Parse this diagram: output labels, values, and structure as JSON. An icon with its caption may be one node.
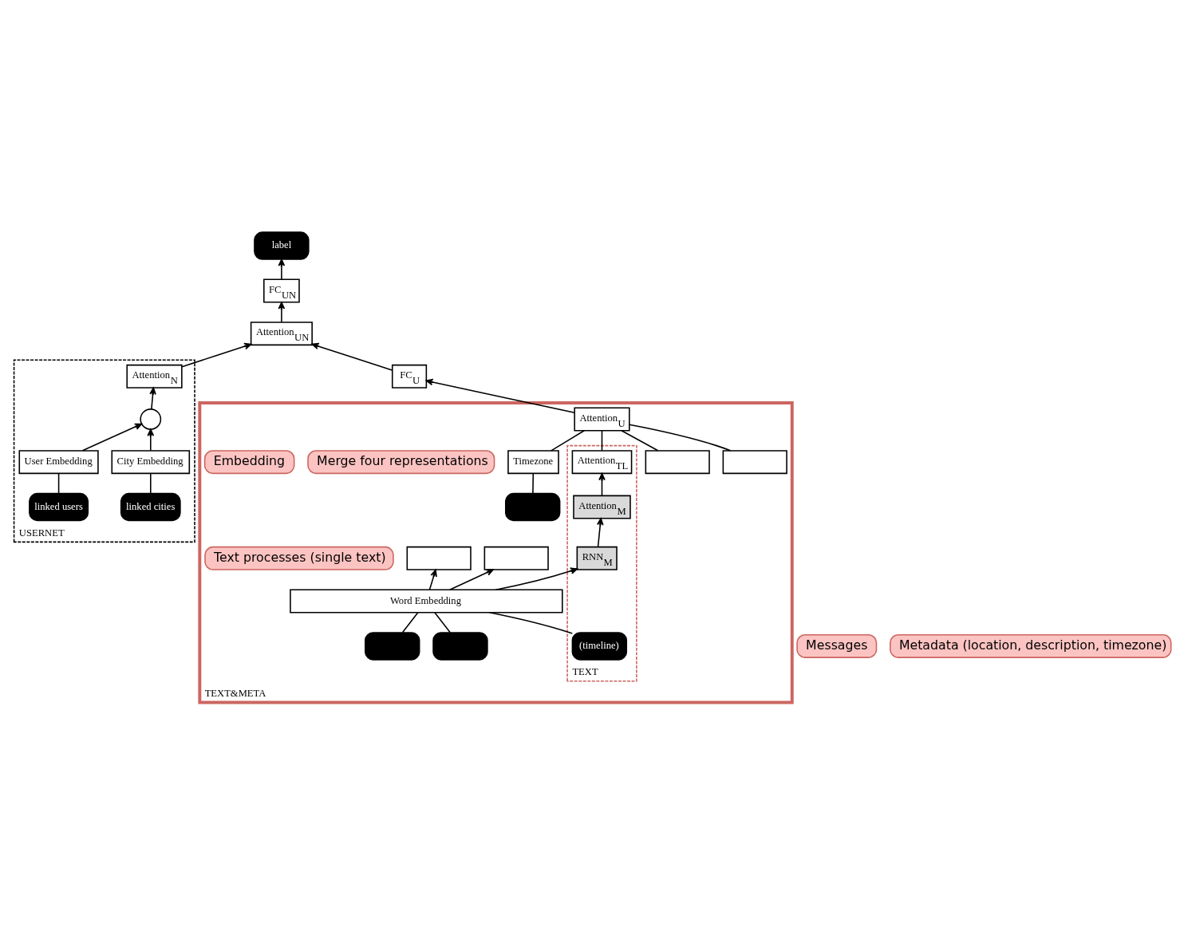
{
  "diagram": {
    "nodes": [
      {
        "text": [
          "TEXT&META"
        ]
      },
      {
        "text": [
          "TEXT"
        ],
        "in": 0
      },
      {
        "text": [
          "USERNET"
        ]
      },
      {
        "text": [
          "label"
        ]
      },
      {
        "text": [
          "FC$_{UN}$"
        ]
      },
      {
        "text": [
          "Attention$_{UN}$"
        ]
      },
      {
        "text": [
          "FC$_{U}$"
        ]
      },
      {
        "text": [
          "Attention$_{U}$"
        ],
        "in": 0
      },
      {
        "text": [
          "Attention$_{TL}$"
        ],
        "in": 1
      },
      {
        "text": [
          "Attention$_{M}$"
        ],
        "in": 1
      },
      {
        "text": [
          "RNN$_{M}$"
        ],
        "in": 1
      },
      {
        "text": [
          "Word Embedding"
        ],
        "in": 0
      },
      {
        "text": [],
        "shape": "box",
        "in": 0
      },
      {
        "text": [],
        "shape": "box",
        "in": 0
      },
      {
        "text": [],
        "shape": "box",
        "in": 0
      },
      {
        "text": [],
        "shape": "box",
        "in": 0
      },
      {
        "text": [
          "Timezone"
        ],
        "in": 0
      },
      {
        "text": [
          "(timeline)"
        ],
        "in": 1
      },
      {
        "text": [],
        "shape": "box",
        "in": 0
      },
      {
        "text": [],
        "shape": "box",
        "in": 0
      },
      {
        "text": [],
        "shape": "box",
        "in": 0
      },
      {
        "text": [
          "linked cities"
        ],
        "in": 2
      },
      {
        "text": [
          "linked users"
        ],
        "in": 2
      },
      {
        "text": [
          "City Embedding"
        ],
        "in": 2
      },
      {
        "text": [
          "User Embedding"
        ],
        "in": 2
      },
      {
        "text": [],
        "shape": "circle",
        "in": 2
      },
      {
        "text": [
          "Attention$_{N}$"
        ],
        "in": 2
      },
      {
        "text": [
          "Merge four representations"
        ],
        "in": 0
      },
      {
        "text": [
          "Text processes (single text)"
        ],
        "in": 0
      },
      {
        "text": [
          "Embedding"
        ],
        "in": 0
      },
      {
        "text": [
          "Messages"
        ]
      },
      {
        "text": [
          "Metadata (location, description, timezone)"
        ]
      }
    ],
    "edges": [
      {
        "from": 4,
        "to": 3,
        "arrow": "to"
      },
      {
        "from": 5,
        "to": 4,
        "arrow": "to"
      },
      {
        "from": 6,
        "to": 5,
        "arrow": "to"
      },
      {
        "from": 7,
        "to": 6,
        "arrow": "to"
      },
      {
        "from": 26,
        "to": 5,
        "arrow": "to"
      },
      {
        "from": 25,
        "to": 26,
        "arrow": "to"
      },
      {
        "from": 23,
        "to": 25,
        "arrow": "to"
      },
      {
        "from": 24,
        "to": 25,
        "arrow": "to"
      },
      {
        "from": 21,
        "to": 23,
        "arrow": "none"
      },
      {
        "from": 22,
        "to": 24,
        "arrow": "none"
      },
      {
        "from": 8,
        "to": 7,
        "arrow": "none"
      },
      {
        "from": 12,
        "to": 7,
        "arrow": "none"
      },
      {
        "from": 13,
        "to": 7,
        "arrow": "none"
      },
      {
        "from": 16,
        "to": 7,
        "arrow": "none"
      },
      {
        "from": 9,
        "to": 8,
        "arrow": "to"
      },
      {
        "from": 10,
        "to": 9,
        "arrow": "to"
      },
      {
        "from": 11,
        "to": 10,
        "arrow": "to"
      },
      {
        "from": 11,
        "to": 14,
        "arrow": "to"
      },
      {
        "from": 11,
        "to": 15,
        "arrow": "to"
      },
      {
        "from": 17,
        "to": 11,
        "arrow": "none"
      },
      {
        "from": 18,
        "to": 11,
        "arrow": "none"
      },
      {
        "from": 19,
        "to": 11,
        "arrow": "none"
      },
      {
        "from": 20,
        "to": 16,
        "arrow": "none"
      }
    ]
  }
}
